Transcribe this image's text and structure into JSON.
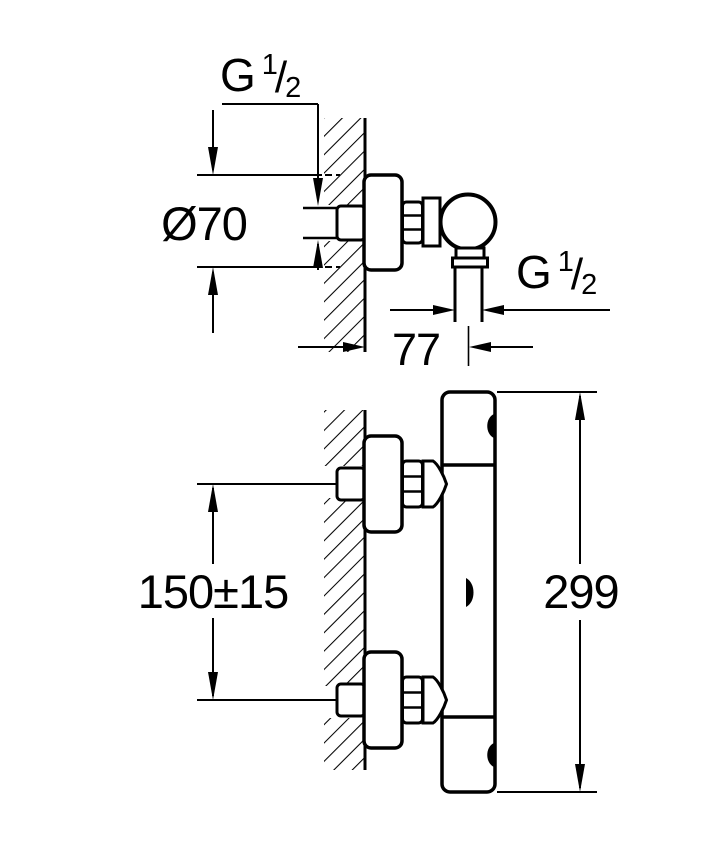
{
  "colors": {
    "line": "#000000",
    "background": "#ffffff"
  },
  "views": {
    "side_view": {
      "inlet_thread": {
        "letter": "G",
        "numerator": "1",
        "slash": "/",
        "denominator": "2"
      },
      "escutcheon_diameter": "Ø70",
      "outlet_thread": {
        "letter": "G",
        "numerator": "1",
        "slash": "/",
        "denominator": "2"
      },
      "wall_to_outlet_distance": "77"
    },
    "front_view": {
      "inlet_spacing": "150±15",
      "overall_height": "299"
    }
  }
}
